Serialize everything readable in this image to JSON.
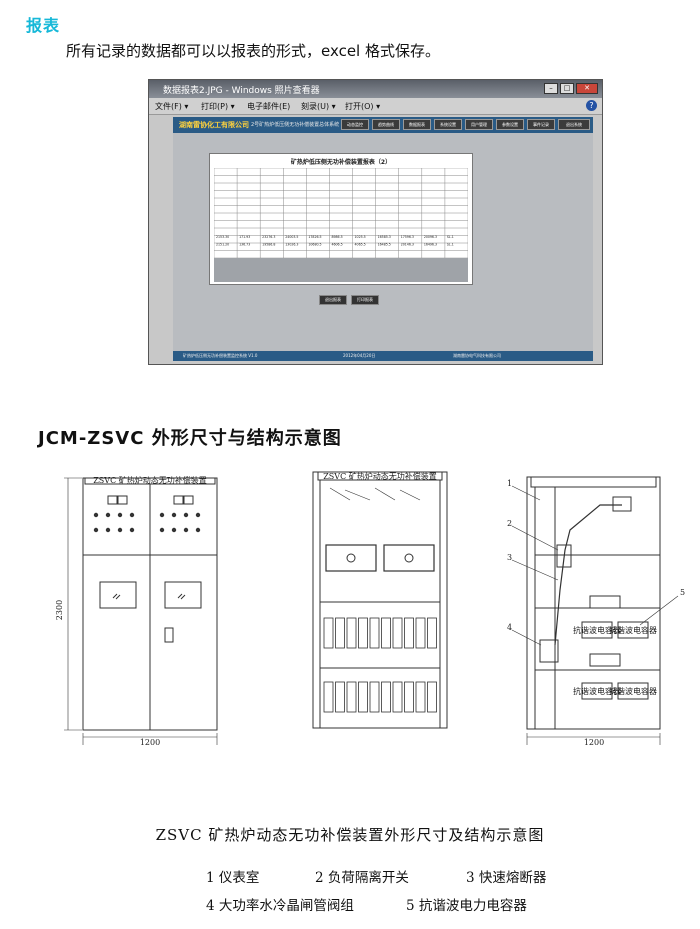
{
  "section_title": "报表",
  "intro_text": "所有记录的数据都可以以报表的形式，excel 格式保存。",
  "screenshot": {
    "window_title": "数据报表2.JPG - Windows 照片查看器",
    "menu": [
      "文件(F) ▾",
      "打印(P) ▾",
      "电子邮件(E)",
      "刻录(U) ▾",
      "打开(O) ▾"
    ],
    "company": "湖南雷协化工有限公司",
    "app_note": "2号矿热炉低压侧无功补偿装置总体系统",
    "toolbar_buttons": [
      "动态监控",
      "趋势曲线",
      "数据报表",
      "系统设置",
      "用户管理",
      "参数设置",
      "事件记录",
      "退出系统"
    ],
    "report_title": "矿热炉低压侧无功补偿装置报表（2）",
    "report_rows": [
      [
        "2153.30",
        "171.93",
        "23276.3",
        "24003.5",
        "17826.5",
        "8986.5",
        "1025.5",
        "16585.3",
        "17596.3",
        "20096.3",
        "SL.1"
      ],
      [
        "2151.20",
        "136.73",
        "19586.8",
        "13026.3",
        "10680.5",
        "4606.5",
        "4065.5",
        "16485.5",
        "20146.3",
        "16496.3",
        "SL.1"
      ]
    ],
    "exit_button": "退出报表",
    "print_button": "打印报表",
    "status": [
      "矿热炉低压侧无功补偿装置监控系统 V1.0",
      "2012年04月20日",
      "湖南雷协电气科技有限公司"
    ]
  },
  "drawings_heading": "JCM-ZSVC 外形尺寸与结构示意图",
  "drawings": {
    "front_label": "ZSVC 矿热炉动态无功补偿装置",
    "dim_height": "2300",
    "dim_width": "1200",
    "callout_numbers": [
      "1",
      "2",
      "3",
      "4",
      "5"
    ],
    "capacitor_label": "抗谐波电容器"
  },
  "caption": "ZSVC 矿热炉动态无功补偿装置外形尺寸及结构示意图",
  "legend": [
    "1  仪表室",
    "2  负荷隔离开关",
    "3  快速熔断器",
    "4  大功率水冷晶闸管阀组",
    "5  抗谐波电力电容器"
  ],
  "colors": {
    "section_title": "#16b8d8",
    "app_bar": "#2a5b86",
    "company": "#ffd23d"
  }
}
